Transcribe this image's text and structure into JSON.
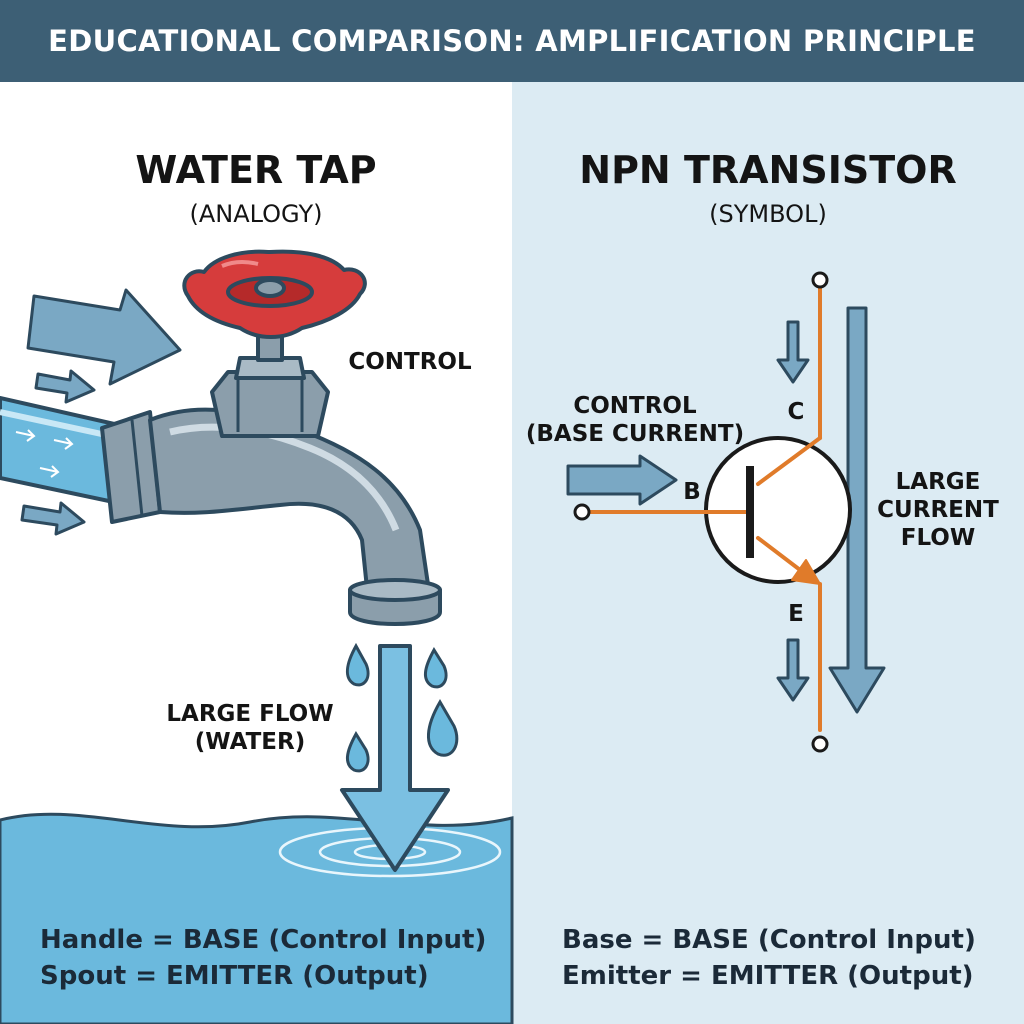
{
  "header": {
    "title": "EDUCATIONAL COMPARISON: AMPLIFICATION PRINCIPLE"
  },
  "left": {
    "title": "WATER TAP",
    "subtitle": "(ANALOGY)",
    "control_label": "CONTROL",
    "flow_label_line1": "LARGE FLOW",
    "flow_label_line2": "(WATER)",
    "legend_line1": "Handle = BASE (Control Input)",
    "legend_line2": "Spout = EMITTER (Output)"
  },
  "right": {
    "title": "NPN TRANSISTOR",
    "subtitle": "(SYMBOL)",
    "control_line1": "CONTROL",
    "control_line2": "(BASE CURRENT)",
    "terminal_c": "C",
    "terminal_b": "B",
    "terminal_e": "E",
    "flow_line1": "LARGE",
    "flow_line2": "CURRENT",
    "flow_line3": "FLOW",
    "legend_line1": "Base = BASE (Control Input)",
    "legend_line2": "Emitter = EMITTER (Output)"
  },
  "colors": {
    "header": "#3d5f75",
    "right_panel": "#dcebf3",
    "arrow": "#7aa8c4",
    "water": "#6bb9dd",
    "handle": "#d63c3c",
    "wire": "#e07b2a",
    "metal": "#8b9eab"
  }
}
